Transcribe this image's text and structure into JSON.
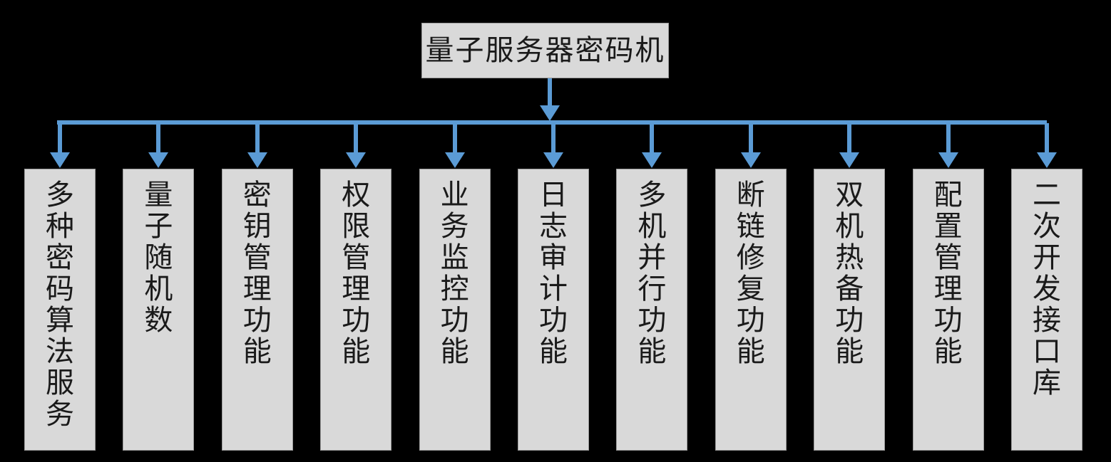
{
  "diagram": {
    "title": "量子服务器密码机",
    "root": {
      "label": "量子服务器密码机"
    },
    "leaves": [
      {
        "label": "多种密码算法服务"
      },
      {
        "label": "量子随机数"
      },
      {
        "label": "密钥管理功能"
      },
      {
        "label": "权限管理功能"
      },
      {
        "label": "业务监控功能"
      },
      {
        "label": "日志审计功能"
      },
      {
        "label": "多机并行功能"
      },
      {
        "label": "断链修复功能"
      },
      {
        "label": "双机热备功能"
      },
      {
        "label": "配置管理功能"
      },
      {
        "label": "二次开发接口库"
      }
    ],
    "colors": {
      "background": "#000000",
      "node_fill": "#D9D9D9",
      "node_border": "#9C9C9C",
      "connector": "#5B9BD5",
      "text": "#1A1A1A"
    }
  }
}
